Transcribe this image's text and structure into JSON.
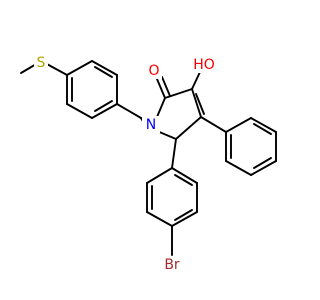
{
  "molecule": {
    "colors": {
      "bond": "#000000",
      "oxygen": "#ff0000",
      "nitrogen": "#0000ff",
      "sulfur": "#b2a400",
      "bromine": "#a52a2a"
    },
    "labels": {
      "S": "S",
      "O_carbonyl": "O",
      "OH": "HO",
      "N": "N",
      "Br": "Br"
    }
  }
}
